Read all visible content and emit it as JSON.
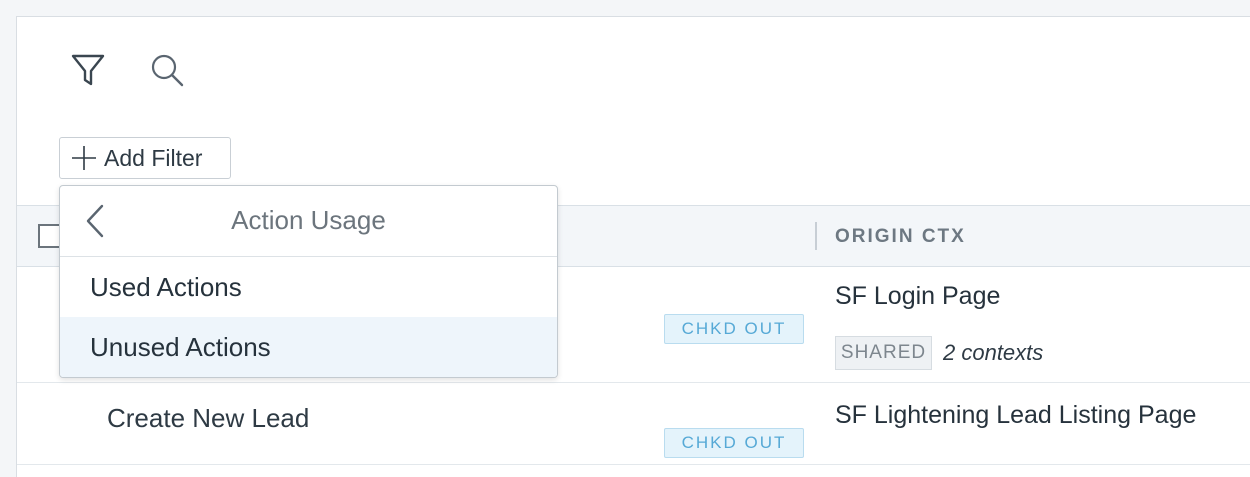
{
  "toolbar": {
    "filter_icon": "filter-funnel-icon",
    "search_icon": "search-icon"
  },
  "add_filter": {
    "label": "Add Filter",
    "icon": "plus-icon"
  },
  "table": {
    "columns": [
      {
        "label": "ORIGIN CTX"
      }
    ],
    "rows": [
      {
        "action_name": "",
        "status": "CHKD OUT",
        "origin": "SF Login Page",
        "shared_label": "SHARED",
        "contexts": "2 contexts"
      },
      {
        "action_name": "Create New Lead",
        "status": "CHKD OUT",
        "origin": "SF Lightening Lead Listing Page"
      }
    ]
  },
  "dropdown": {
    "title": "Action Usage",
    "back_icon": "chevron-left-icon",
    "items": [
      {
        "label": "Used Actions",
        "highlighted": false
      },
      {
        "label": "Unused Actions",
        "highlighted": true
      }
    ]
  },
  "colors": {
    "badge_bg": "#e4f3fb",
    "badge_text": "#56a9d6",
    "header_bg": "#f3f6f9",
    "highlight_bg": "#eef5fb"
  }
}
